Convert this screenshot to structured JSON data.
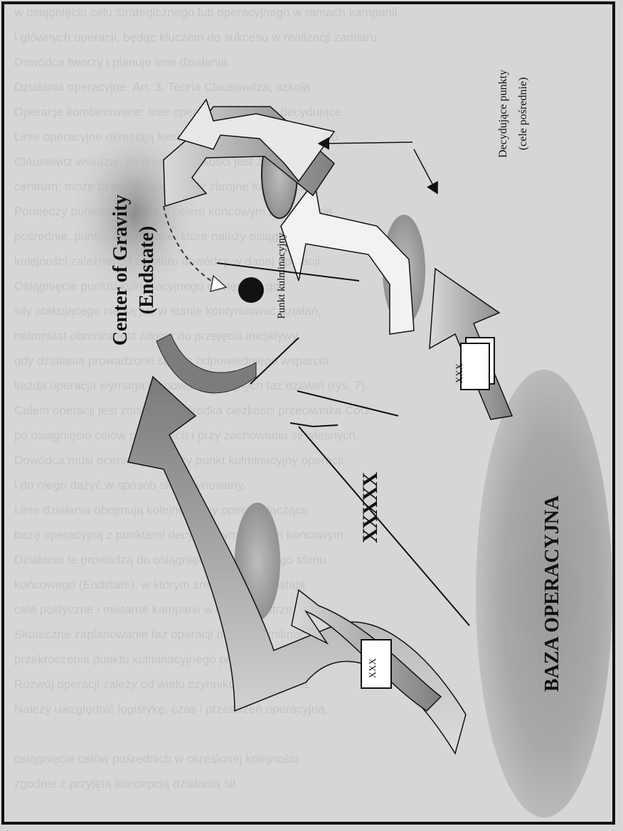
{
  "background_lines": [
    "w osiągnięciu celu strategicznego lub operacyjnego w ramach kampanii",
    "i głównych operacji, będąc kluczem do sukcesu w realizacji zamiaru",
    "Dowódca tworzy i planuje linie działania.",
    "Działania operacyjne: Art. 3. Teoria Clausewitza, szkoła",
    "Operacje kombinowane: linie operacyjne i punkty decydujące",
    "Linie operacyjne określają kierunek działań w odniesieniu do",
    "Clausewitz wskazał, że środek ciężkości jest źródłem siły,",
    "centrum; może to być dowódca, siły zbrojne lub sojusz.",
    "Pomiędzy punktem wyjścia a celem końcowym znajdują się",
    "pośrednie, punkty decydujące, które należy osiągnąć w",
    "kolejności zależnej od zamiaru dowódcy w danej operacji.",
    "Osiągnięcie punktu kulminacyjnego następuje, gdy",
    "siły atakującego nie są już w stanie kontynuować działań,",
    "natomiast obrońca jest zdolny do przejęcia inicjatywy.",
    "gdy działania prowadzone są bez odpowiedniego wsparcia.",
    "każda operacja wymaga planowania kolejnych faz działań (rys. 7).",
    "Celem operacji jest zniszczenie środka ciężkości przeciwnika CoG,",
    "po osiągnięciu celów pośrednich i przy zachowaniu sił własnych.",
    "Dowódca musi ocenić, gdzie leży punkt kulminacyjny operacji",
    "i do niego dążyć w sposób skoordynowany.",
    "Linie działania obejmują kolejne etapy operacji łączące",
    "bazę operacyjną z punktami decydującymi i celem końcowym.",
    "Działania te prowadzą do osiągnięcia zamierzonego stanu",
    "końcowego (Endstate), w którym zrealizowane zostają",
    "cele polityczne i militarne kampanii w danym teatrze.",
    "Skuteczne zaplanowanie faz operacji pozwala uniknąć",
    "przekroczenia punktu kulminacyjnego przez siły własne.",
    "Rozwój operacji zależy od wielu czynników środowiska.",
    "Należy uwzględnić logistykę, czas i przestrzeń operacyjną.",
    "",
    "osiągnięcie celów pośrednich w określonej kolejności",
    "zgodnie z przyjętą koncepcją działania sił."
  ],
  "labels": {
    "baza": "BAZA OPERACYJNA",
    "cog_title": "Center of Gravity",
    "cog_subtitle": "(Endstate)",
    "punkt_kulminacyjny": "Punkt kulminacyjny",
    "decydujace_line1": "Decydujące punkty",
    "decydujace_line2": "(cele pośrednie)",
    "xxx_marker_1": "XXX",
    "xxx_marker_2": "XXX",
    "xxxxx_marker": "XXXXX"
  },
  "colors": {
    "frame": "#111111",
    "fill_gray": "#8a8a8a",
    "fill_light": "#c8c8c8",
    "marker_fill": "#ffffff",
    "dot": "#111111"
  }
}
